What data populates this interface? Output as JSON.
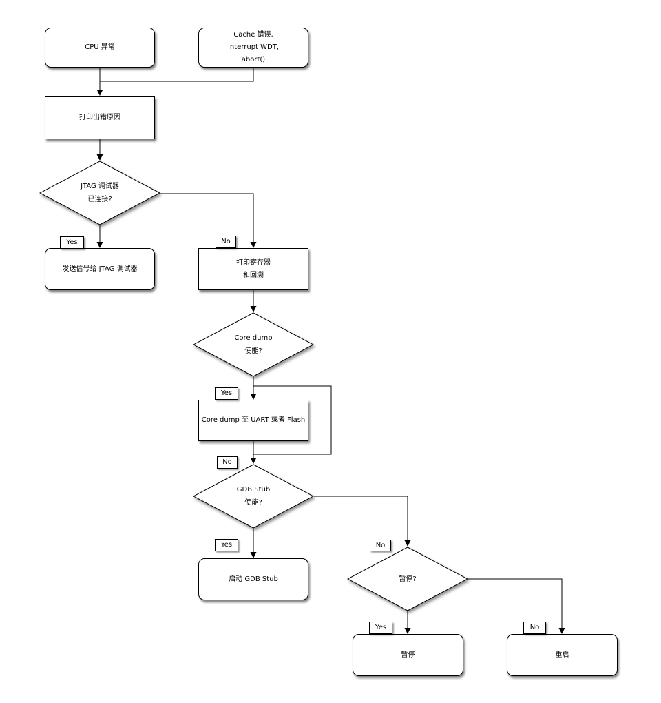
{
  "diagram": {
    "nodes": {
      "cpu_exception": {
        "lines": [
          "CPU 异常"
        ]
      },
      "cache_error": {
        "lines": [
          "Cache 错误,",
          "Interrupt WDT,",
          "abort()"
        ]
      },
      "print_error_reason": {
        "lines": [
          "打印出错原因"
        ]
      },
      "jtag_connected": {
        "lines": [
          "JTAG 调试器",
          "已连接?"
        ]
      },
      "send_signal_jtag": {
        "lines": [
          "发送信号给 JTAG 调试器"
        ]
      },
      "print_registers_backtrace": {
        "lines": [
          "打印寄存器",
          "和回溯"
        ]
      },
      "core_dump_enabled": {
        "lines": [
          "Core dump",
          "使能?"
        ]
      },
      "core_dump_to_uart_flash": {
        "lines": [
          "Core dump 至 UART 或者 Flash"
        ]
      },
      "gdb_stub_enabled": {
        "lines": [
          "GDB Stub",
          "使能?"
        ]
      },
      "start_gdb_stub": {
        "lines": [
          "启动 GDB Stub"
        ]
      },
      "halt_question": {
        "lines": [
          "暂停?"
        ]
      },
      "halt": {
        "lines": [
          "暂停"
        ]
      },
      "reboot": {
        "lines": [
          "重启"
        ]
      }
    },
    "edge_labels": {
      "jtag_yes": "Yes",
      "jtag_no": "No",
      "core_dump_yes": "Yes",
      "core_dump_no": "No",
      "gdb_yes": "Yes",
      "gdb_no": "No",
      "halt_yes": "Yes",
      "halt_no": "No"
    },
    "colors": {
      "background": "#ffffff",
      "stroke": "#000000",
      "node_fill": "#ffffff",
      "text": "#000000"
    }
  }
}
